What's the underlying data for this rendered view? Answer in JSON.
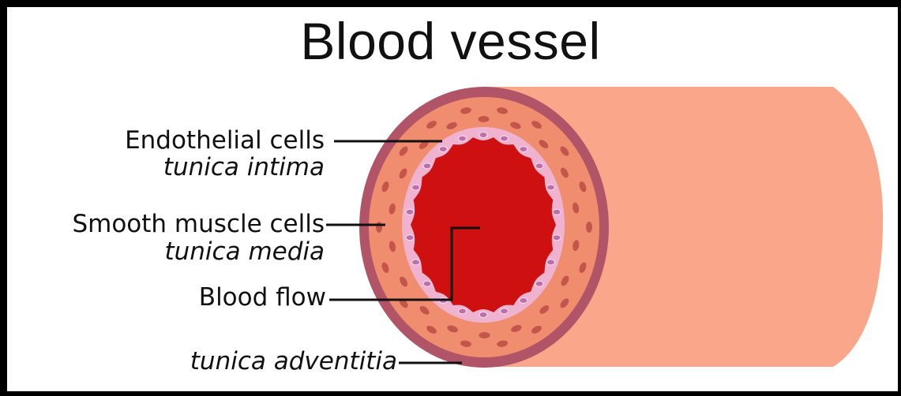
{
  "title": "Blood vessel",
  "labels": {
    "endothelial": {
      "name": "Endothelial cells",
      "layer": "tunica intima"
    },
    "smooth_muscle": {
      "name": "Smooth muscle cells",
      "layer": "tunica media"
    },
    "blood_flow": {
      "name": "Blood flow"
    },
    "adventitia": {
      "layer": "tunica adventitia"
    }
  },
  "colors": {
    "adventitia": "#b15467",
    "media": "#ef8d6e",
    "intima": "#efb3d0",
    "lumen": "#cf1010",
    "vessel_body": "#f9a68a",
    "muscle_cells": "#c4554a",
    "endothelial_cells": "#c06eaa"
  }
}
